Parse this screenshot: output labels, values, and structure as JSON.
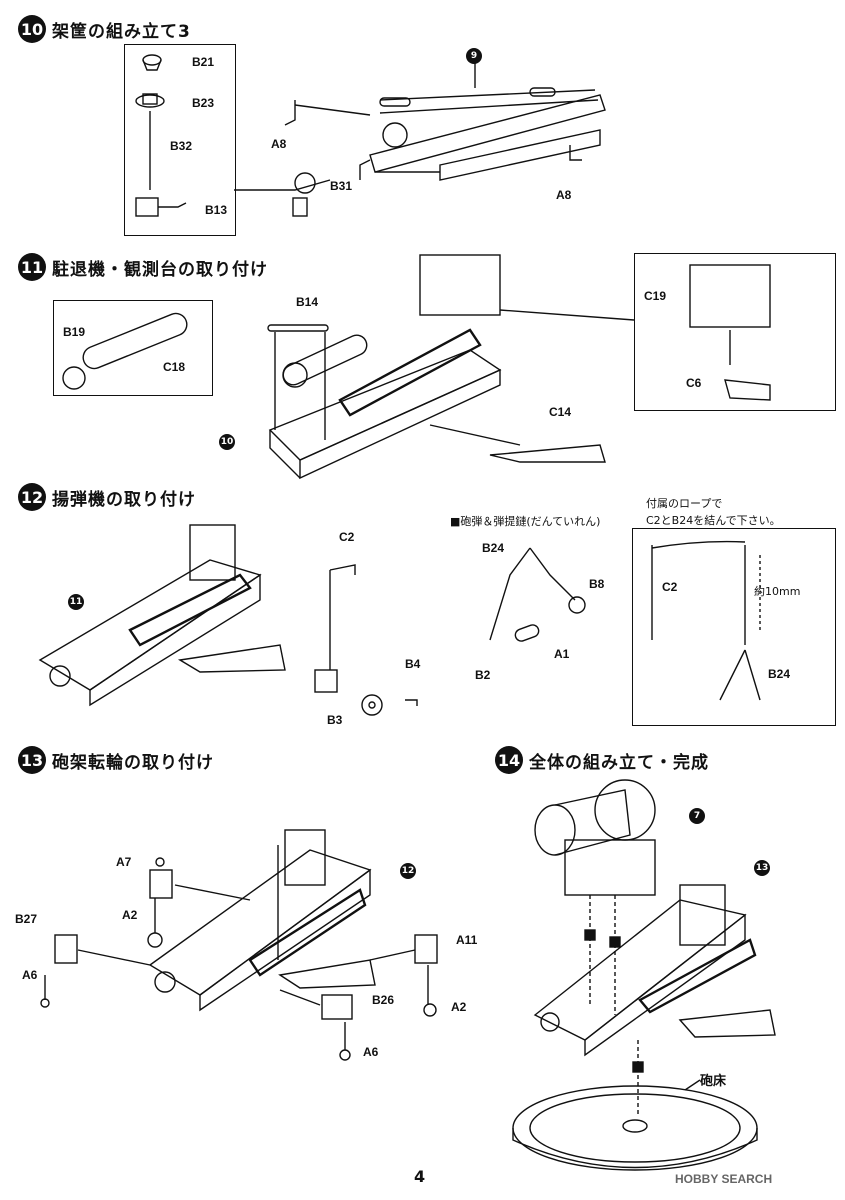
{
  "steps": [
    {
      "num": "10",
      "title": "架筐の組み立て3"
    },
    {
      "num": "11",
      "title": "駐退機・観測台の取り付け"
    },
    {
      "num": "12",
      "title": "揚弾機の取り付け"
    },
    {
      "num": "13",
      "title": "砲架転輪の取り付け"
    },
    {
      "num": "14",
      "title": "全体の組み立て・完成"
    }
  ],
  "refs": {
    "r9": "9",
    "r10": "10",
    "r11": "11",
    "r12": "12",
    "r13": "13",
    "r7": "7"
  },
  "parts": {
    "b21": "B21",
    "b23": "B23",
    "b32": "B32",
    "b13": "B13",
    "a8a": "A8",
    "a8b": "A8",
    "b31": "B31",
    "b14": "B14",
    "b19": "B19",
    "c18": "C18",
    "c19": "C19",
    "c6": "C6",
    "c14": "C14",
    "c2": "C2",
    "b4": "B4",
    "b3": "B3",
    "b24": "B24",
    "b8": "B8",
    "a1": "A1",
    "b2": "B2",
    "c2b": "C2",
    "b24b": "B24",
    "mm": "約10mm",
    "a7": "A7",
    "a2a": "A2",
    "b27": "B27",
    "a6a": "A6",
    "a11": "A11",
    "b26": "B26",
    "a2b": "A2",
    "a6b": "A6",
    "hosho": "砲床"
  },
  "notes": {
    "shell": "■砲弾＆弾提鏈(だんていれん)",
    "rope1": "付属のロープで",
    "rope2": "C2とB24を結んで下さい。"
  },
  "page_number": "4",
  "watermark": "HOBBY SEARCH"
}
